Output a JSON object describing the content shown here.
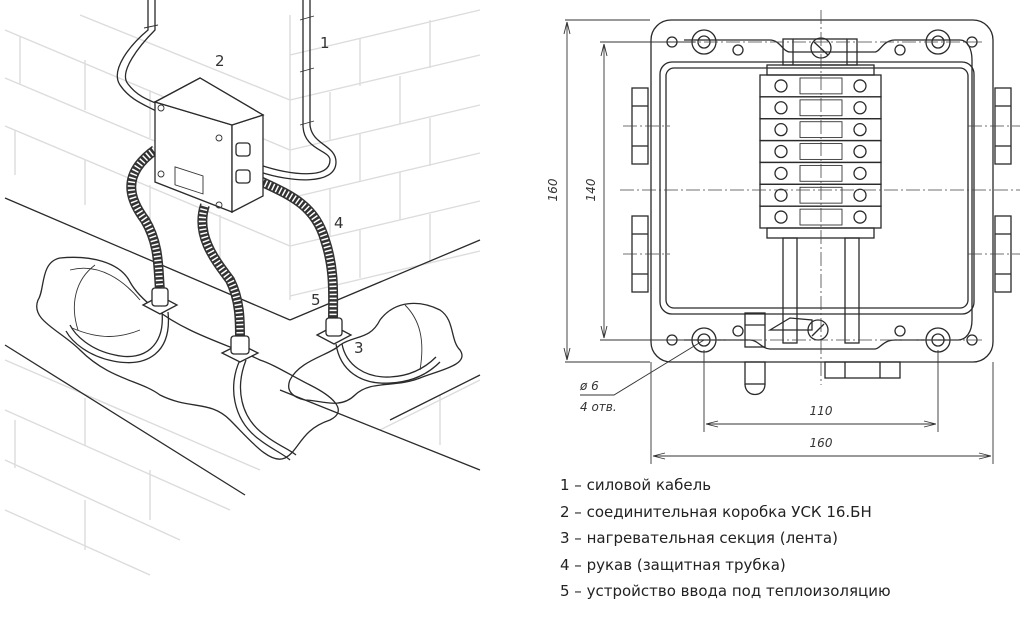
{
  "figure": {
    "isometric_view": {
      "callouts": [
        {
          "id": "1",
          "text": "1"
        },
        {
          "id": "2",
          "text": "2"
        },
        {
          "id": "3",
          "text": "3"
        },
        {
          "id": "4",
          "text": "4"
        },
        {
          "id": "5",
          "text": "5"
        }
      ]
    },
    "technical_drawing": {
      "dimensions": {
        "outer_height": "160",
        "inner_height": "140",
        "outer_width": "160",
        "hole_spacing": "110",
        "hole_diameter": "ø 6",
        "hole_count": "4 отв."
      },
      "terminal_block_count": 7
    },
    "legend": [
      {
        "num": "1",
        "text": "1 – силовой кабель"
      },
      {
        "num": "2",
        "text": "2 – соединительная коробка УСК 16.БН"
      },
      {
        "num": "3",
        "text": "3 – нагревательная секция (лента)"
      },
      {
        "num": "4",
        "text": "4 – рукав (защитная трубка)"
      },
      {
        "num": "5",
        "text": "5 – устройство ввода под теплоизоляцию"
      }
    ]
  }
}
